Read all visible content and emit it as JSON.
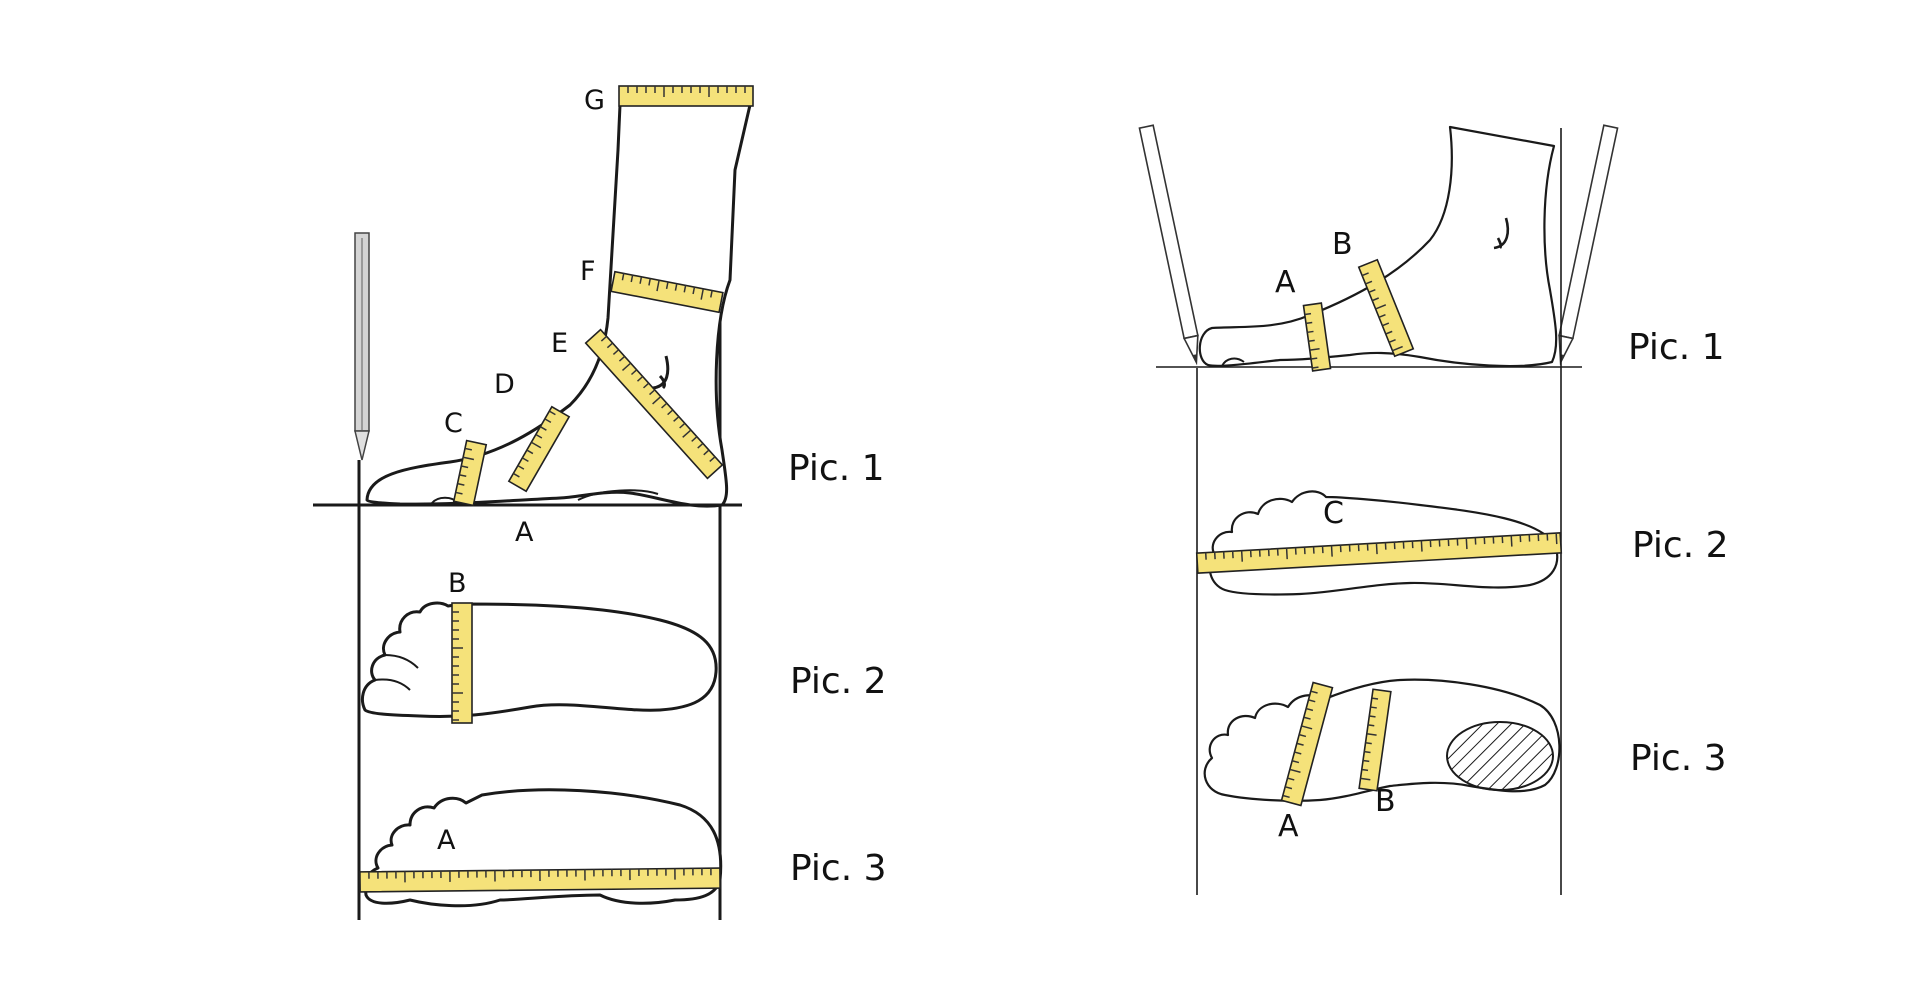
{
  "colors": {
    "tape": "#f5e27a",
    "outline": "#1a1a1a",
    "background": "#ffffff"
  },
  "left": {
    "letters": {
      "g": "G",
      "f": "F",
      "e": "E",
      "d": "D",
      "c": "C",
      "a_side": "A",
      "b_top": "B",
      "a_sole": "A"
    },
    "captions": {
      "pic1": "Pic. 1",
      "pic2": "Pic. 2",
      "pic3": "Pic. 3"
    }
  },
  "right": {
    "letters": {
      "a_side": "A",
      "b_side": "B",
      "c_sole": "C",
      "a_bottom": "A",
      "b_bottom": "B"
    },
    "captions": {
      "pic1": "Pic. 1",
      "pic2": "Pic. 2",
      "pic3": "Pic. 3"
    }
  }
}
